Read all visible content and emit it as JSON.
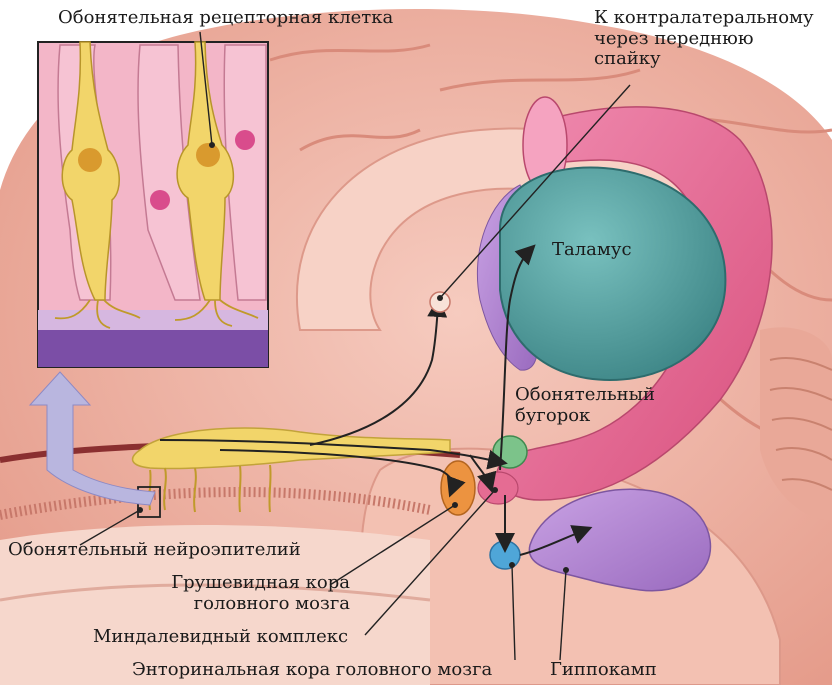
{
  "labels": {
    "receptor_cell": "Обонятельная рецепторная клетка",
    "contralateral": [
      "К контралатеральному",
      "через переднюю",
      "спайку"
    ],
    "thalamus": "Таламус",
    "olfactory_tubercle": [
      "Обонятельный",
      "бугорок"
    ],
    "neuroepithelium": "Обонятельный нейроэпителий",
    "piriform_cortex": [
      "Грушевидная кора",
      "головного мозга"
    ],
    "amygdala": "Миндалевидный комплекс",
    "entorhinal_cortex": "Энторинальная кора головного мозга",
    "hippocampus": "Гиппокамп"
  },
  "colors": {
    "brain_pink": "#f2b8aa",
    "brain_dark": "#e79a8a",
    "thalamus": "#4f9c9c",
    "fornix_pink": "#e56c93",
    "hippocampus_purple": "#b487d2",
    "olfactory_tubercle_green": "#7cc38a",
    "piriform_orange": "#ec9340",
    "entorhinal_blue": "#4fa6d8",
    "bulb_yellow": "#f2d56a",
    "inset_bg": "#f3b6c8"
  }
}
